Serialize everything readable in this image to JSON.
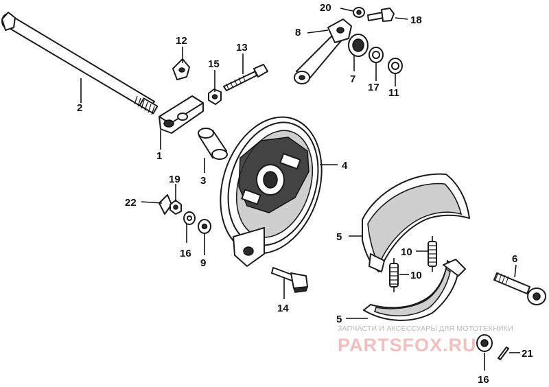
{
  "callouts": {
    "p1": "1",
    "p2": "2",
    "p3": "3",
    "p4": "4",
    "p5a": "5",
    "p5b": "5",
    "p6": "6",
    "p7": "7",
    "p8": "8",
    "p9": "9",
    "p10a": "10",
    "p10b": "10",
    "p11": "11",
    "p12": "12",
    "p13": "13",
    "p14": "14",
    "p15": "15",
    "p16a": "16",
    "p16b": "16",
    "p17": "17",
    "p18": "18",
    "p19": "19",
    "p20": "20",
    "p21": "21",
    "p22": "22"
  },
  "watermark": {
    "tagline": "ЗАПЧАСТИ И АКСЕССУАРЫ ДЛЯ МОТОТЕХНИКИ",
    "logo": "PARTSFOX.RU"
  }
}
